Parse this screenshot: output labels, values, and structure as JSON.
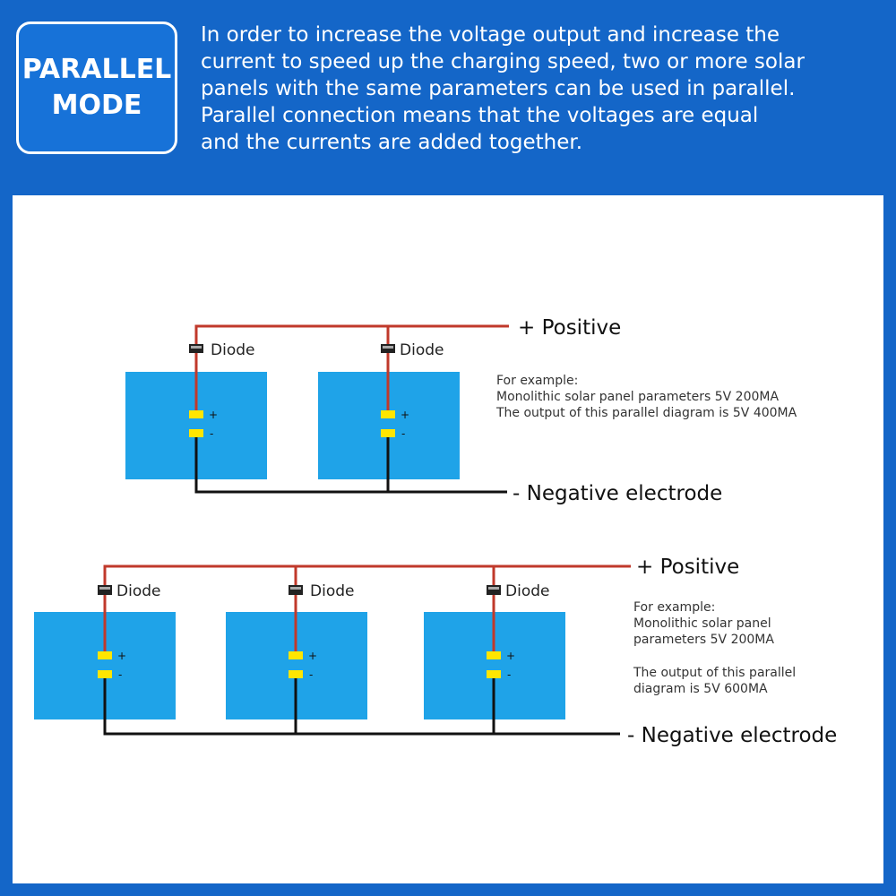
{
  "badge": {
    "line1": "PARALLEL",
    "line2": "MODE"
  },
  "intro": {
    "lines": [
      "In order to increase the voltage output and increase the",
      "current to speed up the charging speed, two or more solar",
      "panels with the same parameters can be used in parallel.",
      "Parallel connection means that the voltages are equal",
      "and the currents are added together."
    ]
  },
  "colors": {
    "header_bg": "#1466c8",
    "panel_fill": "#1fa3e8",
    "positive_wire": "#c0392b",
    "negative_wire": "#111111",
    "terminal": "#ffe600"
  },
  "diagrams": [
    {
      "diode_label": "Diode",
      "positive_label": "+ Positive",
      "negative_label": "- Negative electrode",
      "plus_sign": "+",
      "minus_sign": "-",
      "note": [
        "For example:",
        "Monolithic solar panel parameters 5V 200MA",
        "The output of this parallel diagram is 5V 400MA"
      ]
    },
    {
      "diode_label": "Diode",
      "positive_label": "+ Positive",
      "negative_label": "- Negative electrode",
      "plus_sign": "+",
      "minus_sign": "-",
      "note": [
        "For example:",
        "Monolithic solar panel",
        "parameters 5V 200MA",
        "",
        "The output of this parallel",
        "diagram is 5V 600MA"
      ]
    }
  ]
}
